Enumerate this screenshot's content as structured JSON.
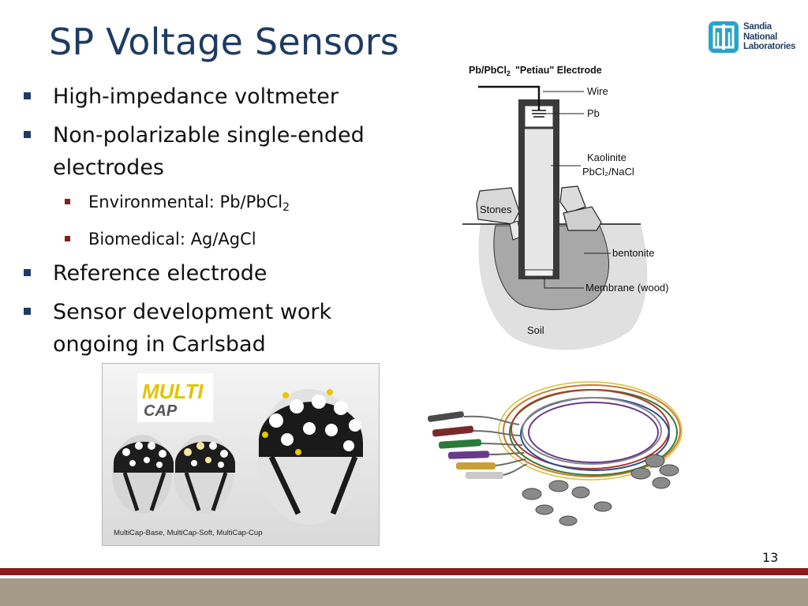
{
  "slide": {
    "title": "SP Voltage Sensors",
    "page_number": "13"
  },
  "logo": {
    "line1": "Sandia",
    "line2": "National",
    "line3": "Laboratories"
  },
  "bullets": {
    "b1": "High-impedance voltmeter",
    "b2": "Non-polarizable single-ended electrodes",
    "b2_sub1_pre": "Environmental: Pb/PbCl",
    "b2_sub1_subscript": "2",
    "b2_sub2": "Biomedical: Ag/AgCl",
    "b3": "Reference electrode",
    "b4": "Sensor development work ongoing in Carlsbad"
  },
  "diagram": {
    "title_pre": "Pb/PbCl",
    "title_sub": "2",
    "title_post": "\"Petiau\" Electrode",
    "labels": {
      "wire": "Wire",
      "pb": "Pb",
      "kaolinite": "Kaolinite",
      "pbcl_nacl": "PbCl₂/NaCl",
      "stones": "Stones",
      "bentonite": "bentonite",
      "membrane": "Membrane (wood)",
      "soil": "Soil"
    }
  },
  "caps_photo": {
    "logo_line1": "MULTI",
    "logo_line2": "CAP",
    "caption": "MultiCap-Base, MultiCap-Soft, MultiCap-Cup"
  },
  "colors": {
    "title": "#1f3b63",
    "bullet_marker": "#1f3b63",
    "sub_bullet_marker": "#8b1c1c",
    "footer_red": "#8b1c1c",
    "footer_tan": "#a59a87",
    "sandia_blue": "#2aa3c9"
  }
}
